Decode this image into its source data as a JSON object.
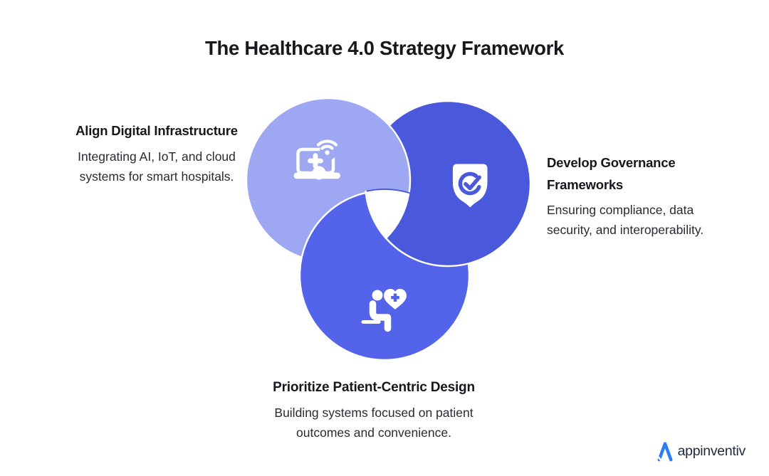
{
  "title": "The Healthcare 4.0 Strategy Framework",
  "blocks": {
    "left": {
      "heading": "Align Digital Infrastructure",
      "body_line1": "Integrating AI, IoT, and cloud",
      "body_line2": "systems for smart hospitals."
    },
    "right": {
      "heading_line1": "Develop Governance",
      "heading_line2": "Frameworks",
      "body_line1": "Ensuring compliance, data",
      "body_line2": "security, and interoperability."
    },
    "bottom": {
      "heading": "Prioritize Patient-Centric Design",
      "body_line1": "Building systems focused on patient",
      "body_line2": "outcomes and convenience."
    }
  },
  "icons": {
    "left": "laptop-medical-wifi-icon",
    "right": "shield-check-icon",
    "bottom": "patient-care-icon"
  },
  "colors": {
    "circle_left": "#9DA7F2",
    "circle_bottom": "#5364EB",
    "circle_right": "#4A58DC",
    "background": "#FFFFFF",
    "heading_text": "#17181C",
    "body_text": "#2A2B31",
    "logo_blue": "#2F7CF2",
    "logo_text": "#1E2B39"
  },
  "brand": {
    "name": "appinventiv"
  }
}
